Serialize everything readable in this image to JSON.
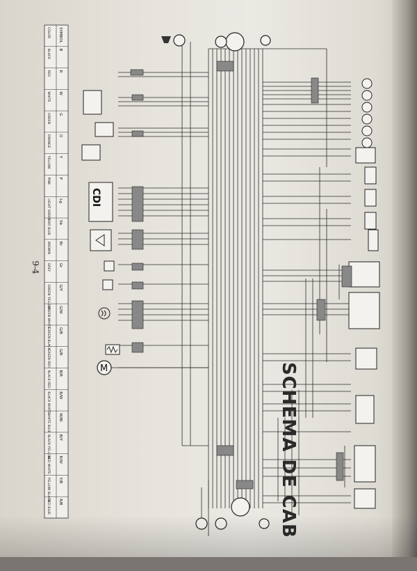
{
  "page": {
    "number": "9-4",
    "heading": "SCHEMA DE CAB"
  },
  "components": {
    "cdi": "CDI",
    "motor_symbol": "M"
  },
  "color_code": {
    "symbols": [
      "SYMBOL",
      "B",
      "R",
      "W",
      "G",
      "O",
      "Y",
      "P",
      "Lg",
      "Sb",
      "Br",
      "Gr",
      "G/Y",
      "G/W",
      "G/B",
      "G/R",
      "B/R",
      "B/W",
      "W/Bl",
      "B/Y",
      "R/W",
      "Y/B",
      "R/B"
    ],
    "colors": [
      "COLOR",
      "BLACK",
      "RED",
      "WHITE",
      "GREEN",
      "ORANGE",
      "YELLOW",
      "PINK",
      "LIGHT GREEN",
      "SKY BLUE",
      "BROWN",
      "GREY",
      "GREEN YELLOW",
      "GREEN WHITE",
      "GREEN BLACK",
      "GREEN RED",
      "BLACK RED",
      "BLACK WHITE",
      "WHITE BLUE",
      "BLACK YELLOW",
      "RED WHITE",
      "YELLOW BLACK",
      "RED BLUE"
    ]
  }
}
